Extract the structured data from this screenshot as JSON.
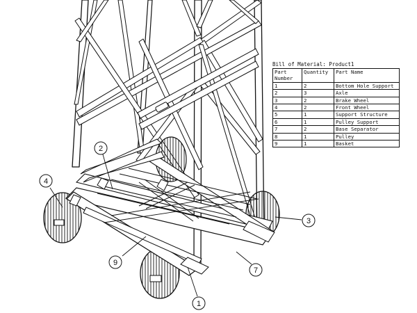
{
  "bom": {
    "title": "Bill of Material: Product1",
    "headers": {
      "part_number": "Part Number",
      "quantity": "Quantity",
      "part_name": "Part Name"
    },
    "rows": [
      {
        "num": "1",
        "qty": "2",
        "name": "Bottom Hole Support"
      },
      {
        "num": "2",
        "qty": "3",
        "name": "Axle"
      },
      {
        "num": "3",
        "qty": "2",
        "name": "Brake Wheel"
      },
      {
        "num": "4",
        "qty": "2",
        "name": "Front Wheel"
      },
      {
        "num": "5",
        "qty": "1",
        "name": "Support Structure"
      },
      {
        "num": "6",
        "qty": "1",
        "name": "Pulley Support"
      },
      {
        "num": "7",
        "qty": "2",
        "name": "Base Separator"
      },
      {
        "num": "8",
        "qty": "1",
        "name": "Pulley"
      },
      {
        "num": "9",
        "qty": "1",
        "name": "Basket"
      }
    ]
  },
  "balloons": {
    "b1": "1",
    "b2": "2",
    "b3": "3",
    "b4": "4",
    "b7": "7",
    "b9": "9"
  }
}
